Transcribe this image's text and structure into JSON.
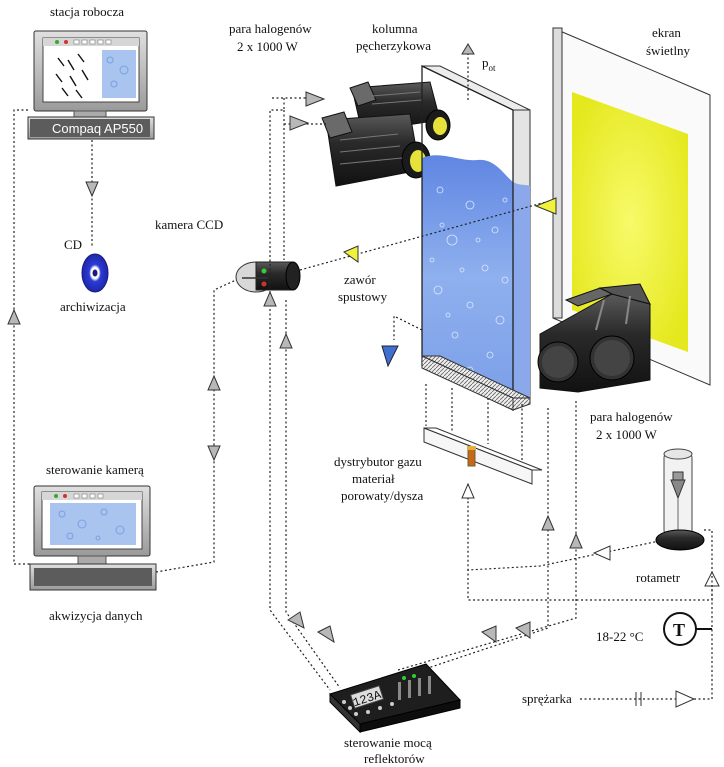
{
  "labels": {
    "workstation_title": "stacja robocza",
    "workstation_brand": "Compaq AP550",
    "cd_label": "CD",
    "archive_label": "archiwizacja",
    "camera_label": "kamera CCD",
    "halogen_top_line1": "para halogenów",
    "halogen_top_line2": "2 x 1000 W",
    "column_line1": "kolumna",
    "column_line2": "pęcherzykowa",
    "pressure_symbol": "p",
    "pressure_subscript": "ot",
    "screen_line1": "ekran",
    "screen_line2": "świetlny",
    "valve_line1": "zawór",
    "valve_line2": "spustowy",
    "halogen_bottom_line1": "para halogenów",
    "halogen_bottom_line2": "2 x 1000 W",
    "distributor_line1": "dystrybutor gazu",
    "distributor_line2": "materiał",
    "distributor_line3": "porowaty/dysza",
    "camera_control": "sterowanie kamerą",
    "acquisition": "akwizycja danych",
    "rotameter": "rotametr",
    "temperature_value": "18-22 °C",
    "thermometer_symbol": "T",
    "compressor": "sprężarka",
    "power_control_line1": "sterowanie mocą",
    "power_control_line2": "reflektorów",
    "controller_display": "123A"
  },
  "colors": {
    "water": "#6f93e6",
    "water_light": "#b7ccf4",
    "screen_glow": "#f2f53a",
    "arrow_fill": "#b8b8b8",
    "arrow_yellow": "#f1f23c",
    "arrow_blue": "#3f6fd0",
    "lamp_body": "#2b2b2b",
    "lens": "#e6e23a"
  }
}
